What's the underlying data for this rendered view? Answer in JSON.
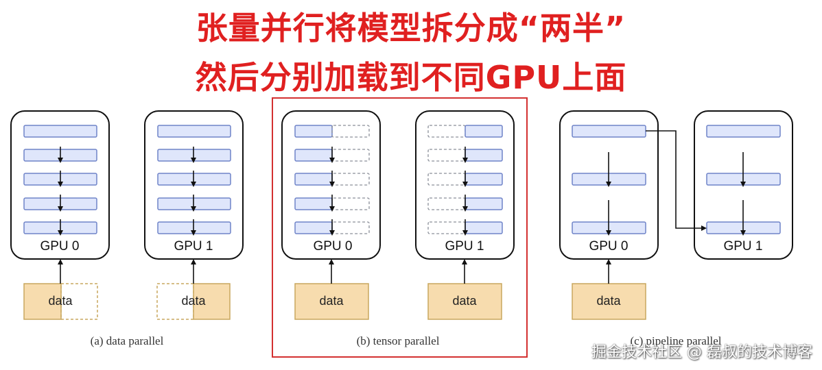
{
  "headline": {
    "line1": "张量并行将模型拆分成“两半”",
    "line2": "然后分别加载到不同GPU上面"
  },
  "colors": {
    "headline": "#e02020",
    "layer_fill": "#dfe6fb",
    "layer_stroke": "#6f83c8",
    "data_fill": "#f7dcae",
    "data_stroke": "#c8a75e",
    "highlight": "#d33030"
  },
  "panels": {
    "data_parallel": {
      "caption": "(a) data parallel",
      "gpu0_label": "GPU 0",
      "gpu1_label": "GPU 1",
      "data0_label": "data",
      "data1_label": "data"
    },
    "tensor_parallel": {
      "caption": "(b) tensor parallel",
      "gpu0_label": "GPU 0",
      "gpu1_label": "GPU 1",
      "data0_label": "data",
      "data1_label": "data"
    },
    "pipeline_parallel": {
      "caption": "(c) pipeline parallel",
      "gpu0_label": "GPU 0",
      "gpu1_label": "GPU 1",
      "data0_label": "data"
    }
  },
  "watermark": "掘金技术社区 @ 磊叔的技术博客"
}
